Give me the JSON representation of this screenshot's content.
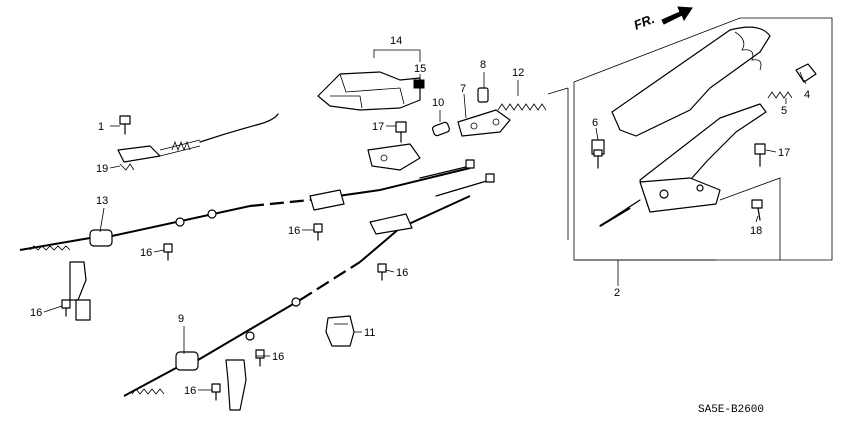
{
  "direction_label": "FR.",
  "diagram_code": "SA5E-B2600",
  "labels": {
    "p1": "1",
    "p2": "2",
    "p4": "4",
    "p5": "5",
    "p6": "6",
    "p7": "7",
    "p8": "8",
    "p9": "9",
    "p10": "10",
    "p11": "11",
    "p12": "12",
    "p13": "13",
    "p14": "14",
    "p15": "15",
    "p16a": "16",
    "p16b": "16",
    "p16c": "16",
    "p16d": "16",
    "p16e": "16",
    "p16f": "16",
    "p17a": "17",
    "p17b": "17",
    "p18": "18",
    "p19": "19"
  }
}
